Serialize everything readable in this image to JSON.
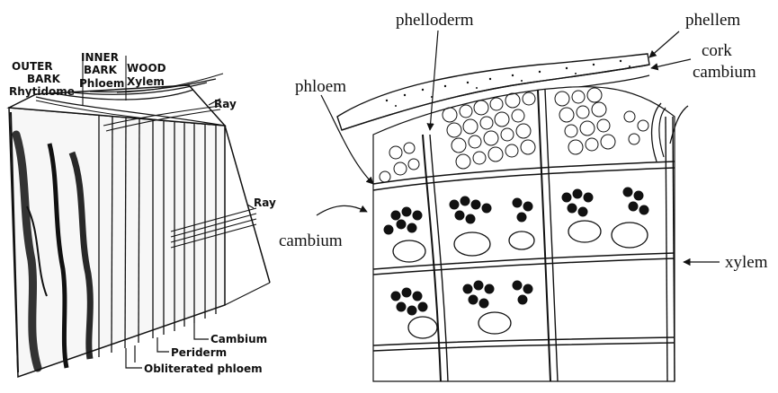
{
  "left_figure": {
    "outer_bark": [
      "OUTER",
      "BARK"
    ],
    "rhytidome": "Rhytidome",
    "inner_bark": [
      "INNER",
      "BARK"
    ],
    "phloem": "Phloem",
    "wood": "WOOD",
    "xylem": "Xylem",
    "ray_top": "Ray",
    "ray_mid": "Ray",
    "cambium": "Cambium",
    "periderm": "Periderm",
    "obliterated_phloem": "Obliterated phloem"
  },
  "right_figure": {
    "phelloderm": "phelloderm",
    "phellem": "phellem",
    "cork": "cork",
    "cork_cambium": "cambium",
    "phloem": "phloem",
    "cambium": "cambium",
    "xylem": "xylem"
  }
}
